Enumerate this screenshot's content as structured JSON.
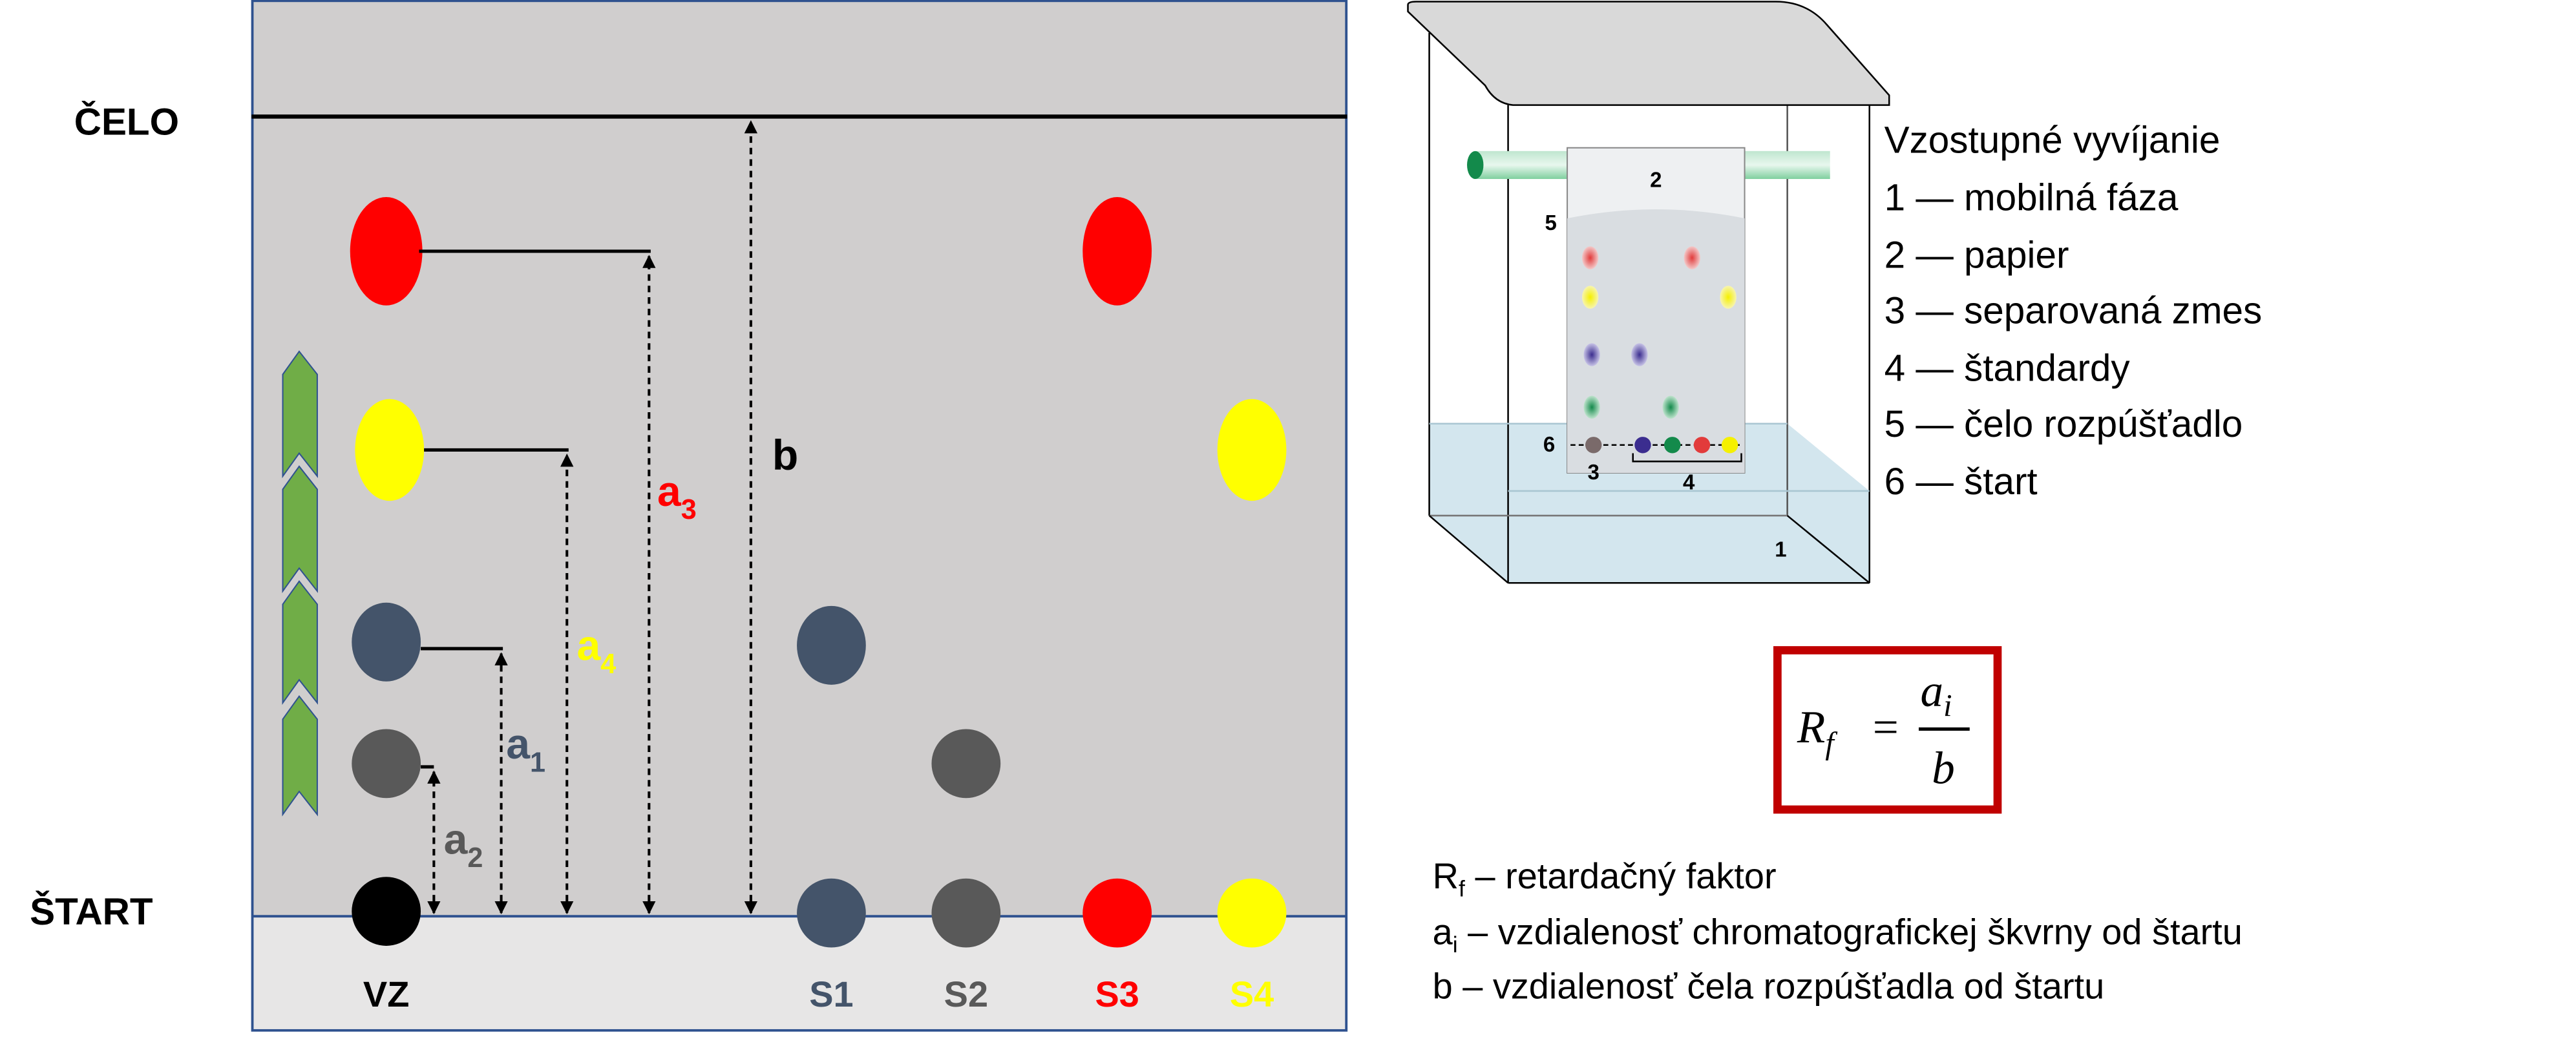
{
  "colors": {
    "plate_bg": "#d0cece",
    "plate_bottom": "#e7e6e6",
    "plate_border": "#2f528f",
    "red": "#ff0000",
    "yellow": "#ffff00",
    "slate": "#44546a",
    "gray": "#595959",
    "black": "#000000",
    "arrow_green": "#70ad47",
    "formula_border": "#c00000"
  },
  "plate": {
    "front_label": "ČELO",
    "start_label": "ŠTART",
    "lanes": [
      "VZ",
      "S1",
      "S2",
      "S3",
      "S4"
    ],
    "distances": {
      "a1": {
        "base": "a",
        "sub": "1"
      },
      "a2": {
        "base": "a",
        "sub": "2"
      },
      "a3": {
        "base": "a",
        "sub": "3"
      },
      "a4": {
        "base": "a",
        "sub": "4"
      },
      "b": "b"
    }
  },
  "apparatus": {
    "title": "Vzostupné vyvíjanie",
    "legend": [
      "1 — mobilná fáza",
      "2 — papier",
      "3 — separovaná zmes",
      "4 — štandardy",
      "5 — čelo rozpúšťadlo",
      "6 — štart"
    ],
    "markers": [
      "1",
      "2",
      "3",
      "4",
      "5",
      "6"
    ]
  },
  "formula": {
    "lhs": "R",
    "lhs_sub": "f",
    "equals": "=",
    "numerator": "a",
    "numerator_sub": "i",
    "denominator": "b"
  },
  "definitions": [
    {
      "symbol": "R",
      "sub": "f",
      "text": " – retardačný  faktor"
    },
    {
      "symbol": "a",
      "sub": "i",
      "text": " – vzdialenosť chromatografickej škvrny od štartu"
    },
    {
      "symbol": "b",
      "sub": "",
      "text": " – vzdialenosť čela rozpúšťadla od štartu"
    }
  ]
}
